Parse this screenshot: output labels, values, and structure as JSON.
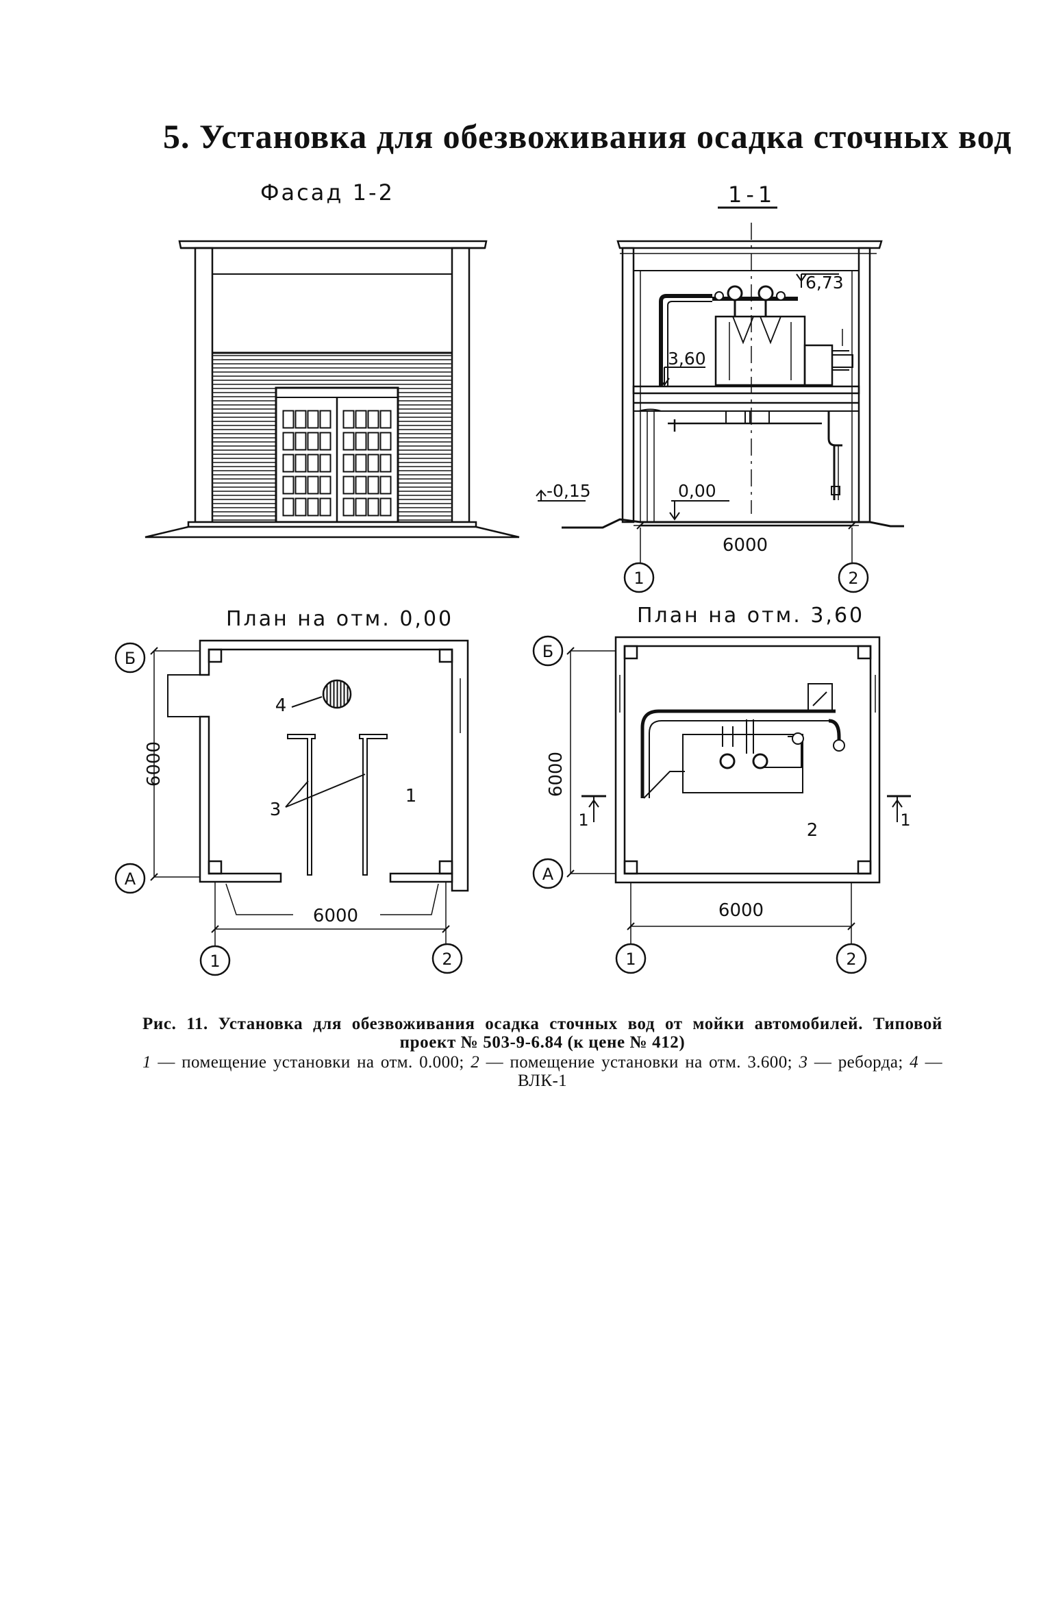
{
  "heading": "5. Установка для обезвоживания осадка сточных вод",
  "facade": {
    "title": "Фасад 1-2"
  },
  "section": {
    "title": "1-1",
    "elev_top": "6,73",
    "elev_platform": "3,60",
    "elev_ground": "-0,15",
    "elev_floor": "0,00",
    "dim_width": "6000",
    "axis_left": "1",
    "axis_right": "2"
  },
  "plan_lower": {
    "title": "План на отм. 0,00",
    "axis_top": "Б",
    "axis_bottom": "А",
    "axis_left": "1",
    "axis_right": "2",
    "dim_vertical": "6000",
    "dim_horizontal": "6000",
    "label_room": "1",
    "label_rebord": "3",
    "label_vlk": "4"
  },
  "plan_upper": {
    "title": "План на отм. 3,60",
    "axis_top": "Б",
    "axis_bottom": "А",
    "axis_left": "1",
    "axis_right": "2",
    "dim_vertical": "6000",
    "dim_horizontal": "6000",
    "label_room": "2",
    "cut_left": "1",
    "cut_right": "1"
  },
  "caption": {
    "title": "Рис. 11. Установка для обезвоживания осадка сточных вод от мойки автомобилей. Типовой проект № 503-9-6.84 (к цене № 412)",
    "legend_1_num": "1",
    "legend_1_text": " — помещение установки на отм. 0.000; ",
    "legend_2_num": "2",
    "legend_2_text": " — помещение установки на отм. 3.600; ",
    "legend_3_num": "3",
    "legend_3_text": " — реборда; ",
    "legend_4_num": "4",
    "legend_4_text": " — ВЛК-1"
  }
}
